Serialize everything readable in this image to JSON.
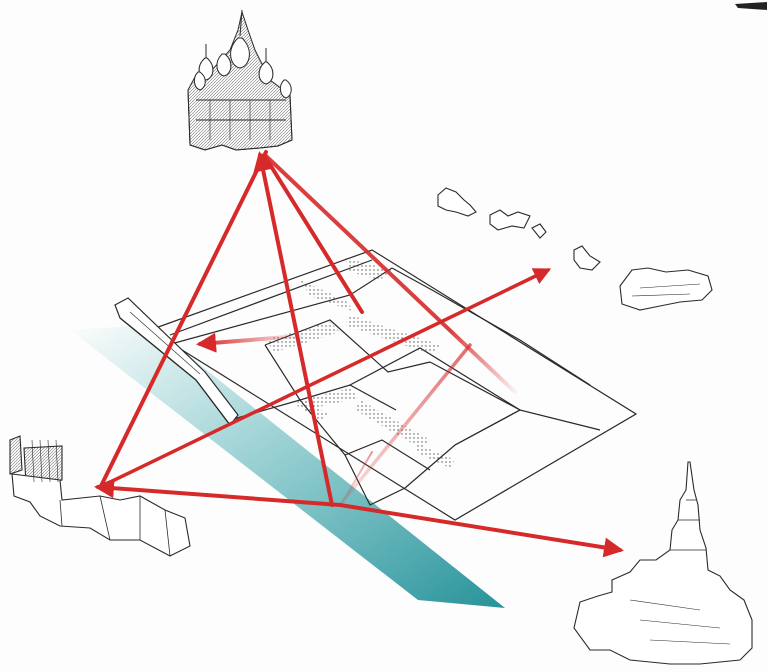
{
  "diagram": {
    "kind": "axonometric-sightline-drawing",
    "colors": {
      "sightline": "#d62a2a",
      "water": "#1f9aa0",
      "ink": "#2a2a2a",
      "paper": "#fdfdfd"
    },
    "landmarks": [
      {
        "id": "cathedral",
        "icon": "onion-dome-cathedral-icon"
      },
      {
        "id": "tower",
        "icon": "stepped-skyscraper-icon"
      },
      {
        "id": "riverside-block",
        "icon": "low-block-building-icon"
      },
      {
        "id": "kremlin-wall",
        "icon": "wall-segment-icon"
      },
      {
        "id": "distant-buildings",
        "icon": "building-cluster-icon"
      }
    ]
  }
}
